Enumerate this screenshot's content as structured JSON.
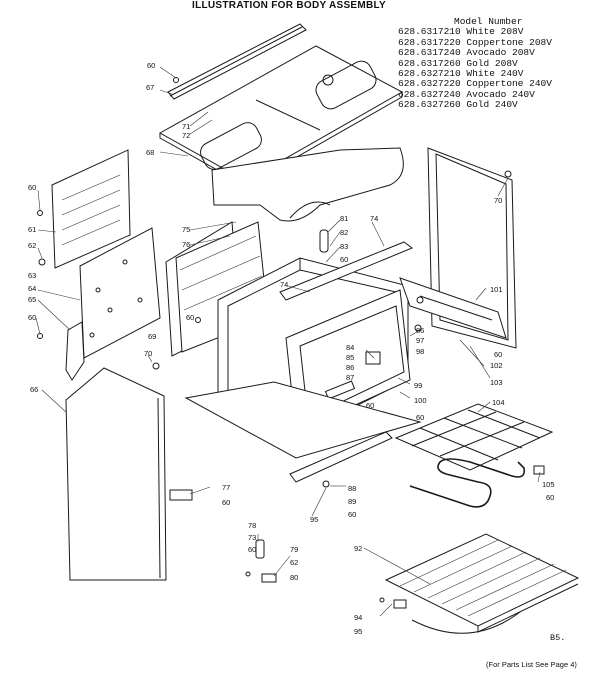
{
  "title": "ILLUSTRATION FOR BODY ASSEMBLY",
  "model_header": "Model Number",
  "models": [
    "628.6317210 White 208V",
    "628.6317220 Coppertone 208V",
    "628.6317240 Avocado 208V",
    "628.6317260 Gold 208V",
    "628.6327210 White 240V",
    "628.6327220 Coppertone 240V",
    "628.6327240 Avocado 240V",
    "628.6327260 Gold 240V"
  ],
  "page_code": "B5.",
  "footer": "(For Parts List See Page 4)",
  "callouts": {
    "c60a": "60",
    "c67": "67",
    "c71": "71",
    "c72": "72",
    "c68": "68",
    "c60b": "60",
    "c61": "61",
    "c62": "62",
    "c63": "63",
    "c64": "64",
    "c65": "65",
    "c60c": "60",
    "c66": "66",
    "c69": "69",
    "c70a": "70",
    "c75": "75",
    "c76": "76",
    "c60d": "60",
    "c81": "81",
    "c74a": "74",
    "c82": "82",
    "c83": "83",
    "c60e": "60",
    "c74b": "74",
    "c70b": "70",
    "c101": "101",
    "c86": "86",
    "c97": "97",
    "c98": "98",
    "c84": "84",
    "c85": "85",
    "c86b": "86",
    "c87": "87",
    "c60f": "60",
    "c102": "102",
    "c103": "103",
    "c99": "99",
    "c100": "100",
    "c60g": "60",
    "c60h": "60",
    "c104": "104",
    "c105": "105",
    "c60i": "60",
    "c77": "77",
    "c60j": "60",
    "c88": "88",
    "c89": "89",
    "c60k": "60",
    "c95a": "95",
    "c78": "78",
    "c73": "73",
    "c60l": "60",
    "c79": "79",
    "c62b": "62",
    "c80": "80",
    "c92": "92",
    "c94": "94",
    "c95b": "95"
  }
}
